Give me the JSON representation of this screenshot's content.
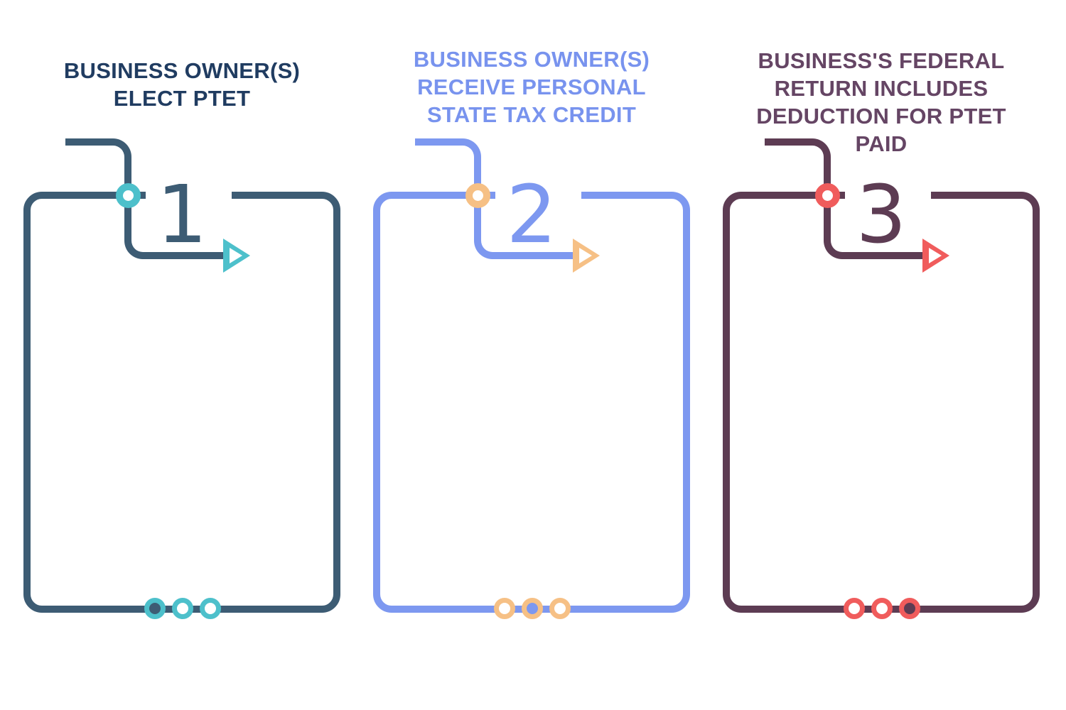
{
  "background": "#ffffff",
  "panels": [
    {
      "number": "1",
      "heading_lines": [
        "BUSINESS OWNER(S)",
        "ELECT PTET"
      ],
      "colors": {
        "heading": "#203c61",
        "stroke": "#3d5c74",
        "accent": "#4dc0cb"
      },
      "dot_centers": [
        "stroke",
        "white",
        "white"
      ]
    },
    {
      "number": "2",
      "heading_lines": [
        "BUSINESS OWNER(S)",
        "RECEIVE PERSONAL",
        "STATE TAX CREDIT"
      ],
      "colors": {
        "heading": "#7893ee",
        "stroke": "#7d98f0",
        "accent": "#f6c085"
      },
      "dot_centers": [
        "white",
        "stroke",
        "white"
      ]
    },
    {
      "number": "3",
      "heading_lines": [
        "BUSINESS'S FEDERAL",
        "RETURN INCLUDES",
        "DEDUCTION FOR PTET",
        "PAID"
      ],
      "colors": {
        "heading": "#654564",
        "stroke": "#5d3c53",
        "accent": "#f05c5c"
      },
      "dot_centers": [
        "white",
        "white",
        "stroke"
      ]
    }
  ]
}
